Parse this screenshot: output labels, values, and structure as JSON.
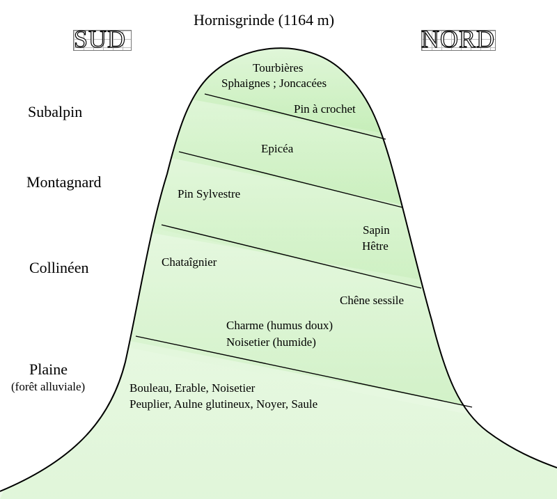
{
  "title": "Hornisgrinde (1164 m)",
  "sides": {
    "left": "SUD",
    "right": "NORD"
  },
  "zones": {
    "subalpin": "Subalpin",
    "montagnard": "Montagnard",
    "collineen": "Collinéen",
    "plaine": "Plaine",
    "plaine_sub": "(forêt alluviale)"
  },
  "vegetation": {
    "tourbieres": "Tourbières",
    "sphaignes": "Sphaignes ; Joncacées",
    "pin_crochet": "Pin à crochet",
    "epicea": "Epicéa",
    "pin_sylvestre": "Pin Sylvestre",
    "sapin": "Sapin",
    "hetre": "Hêtre",
    "chataignier": "Chataîgnier",
    "chene_sessile": "Chêne sessile",
    "charme": "Charme (humus doux)",
    "noisetier_humide": "Noisetier (humide)",
    "bouleau": "Bouleau, Erable, Noisetier",
    "peuplier": "Peuplier, Aulne glutineux, Noyer, Saule"
  },
  "colors": {
    "mountain_top": "#b6e8a6",
    "mountain_bottom": "#f1fbee",
    "outline": "#000000"
  }
}
